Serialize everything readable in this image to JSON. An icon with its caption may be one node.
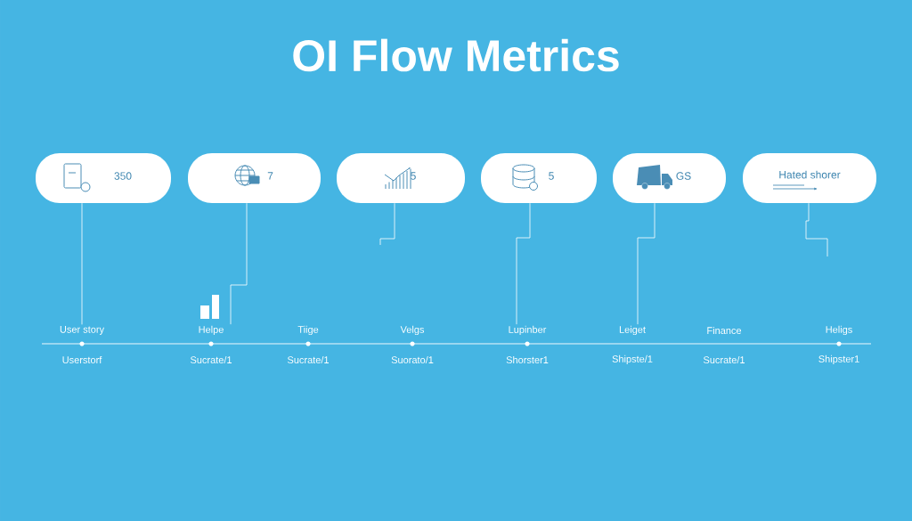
{
  "diagram": {
    "title": "OI Flow Metrics",
    "nodes": [
      {
        "text": [
          "350"
        ]
      },
      {
        "text": [
          "7"
        ]
      },
      {
        "text": [
          "5"
        ]
      },
      {
        "text": [
          "5"
        ]
      },
      {
        "text": [
          "GS"
        ]
      },
      {
        "text": [
          "Hated shorer"
        ]
      },
      {
        "text": [
          "User story"
        ]
      },
      {
        "text": [
          "Helpe"
        ]
      },
      {
        "text": [
          "Tiige"
        ]
      },
      {
        "text": [
          "Velgs"
        ]
      },
      {
        "text": [
          "Lupinber"
        ]
      },
      {
        "text": [
          "Leiget"
        ]
      },
      {
        "text": [
          "Finance"
        ]
      },
      {
        "text": [
          "Heligs"
        ]
      }
    ],
    "edges": [
      {
        "from": 0,
        "to": 6,
        "arrow": "none"
      },
      {
        "from": 1,
        "to": 7,
        "arrow": "none"
      },
      {
        "from": 2,
        "to": null,
        "arrow": "none"
      },
      {
        "from": 3,
        "to": 10,
        "arrow": "none"
      },
      {
        "from": 4,
        "to": 11,
        "arrow": "none"
      },
      {
        "from": 5,
        "to": null,
        "arrow": "none"
      }
    ],
    "labels": [
      "Userstorf",
      "Sucrate/1",
      "Sucrate/1",
      "Suorato/1",
      "Shorster1",
      "Shipste/1",
      "Sucrate/1",
      "Shipster1"
    ]
  }
}
